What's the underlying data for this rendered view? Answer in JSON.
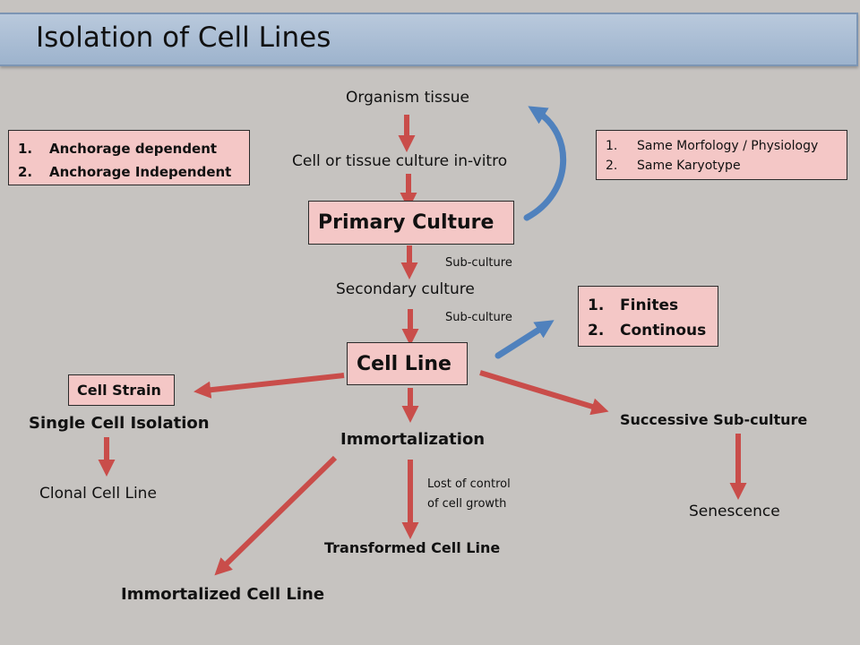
{
  "title": "Isolation of Cell Lines",
  "nodes": {
    "organism_tissue": "Organism tissue",
    "cell_or_tissue_culture": "Cell or tissue culture in-vitro",
    "primary_culture": "Primary Culture",
    "sub_culture_1": "Sub-culture",
    "secondary_culture": "Secondary culture",
    "sub_culture_2": "Sub-culture",
    "cell_line": "Cell Line",
    "cell_strain": "Cell Strain",
    "single_cell_isolation": "Single Cell Isolation",
    "clonal_cell_line": "Clonal Cell Line",
    "immortalization": "Immortalization",
    "lost_of_control_line1": "Lost of control",
    "lost_of_control_line2": "of cell growth",
    "transformed_cell_line": "Transformed Cell Line",
    "immortalized_cell_line": "Immortalized Cell Line",
    "successive_sub_culture": "Successive Sub-culture",
    "senescence": "Senescence"
  },
  "boxes": {
    "anchorage": [
      {
        "num": "1.",
        "text": "Anchorage dependent"
      },
      {
        "num": "2.",
        "text": "Anchorage Independent"
      }
    ],
    "morphology": [
      {
        "num": "1.",
        "text": "Same Morfology / Physiology"
      },
      {
        "num": "2.",
        "text": "Same Karyotype"
      }
    ],
    "finites": [
      {
        "num": "1.",
        "text": "Finites"
      },
      {
        "num": "2.",
        "text": "Continous"
      }
    ]
  },
  "colors": {
    "background": "#c6c3c0",
    "title_bar": "#a9bcd3",
    "box_fill": "#f4c7c6",
    "arrow_red": "#c94d4a",
    "arrow_blue": "#4f81bd"
  }
}
